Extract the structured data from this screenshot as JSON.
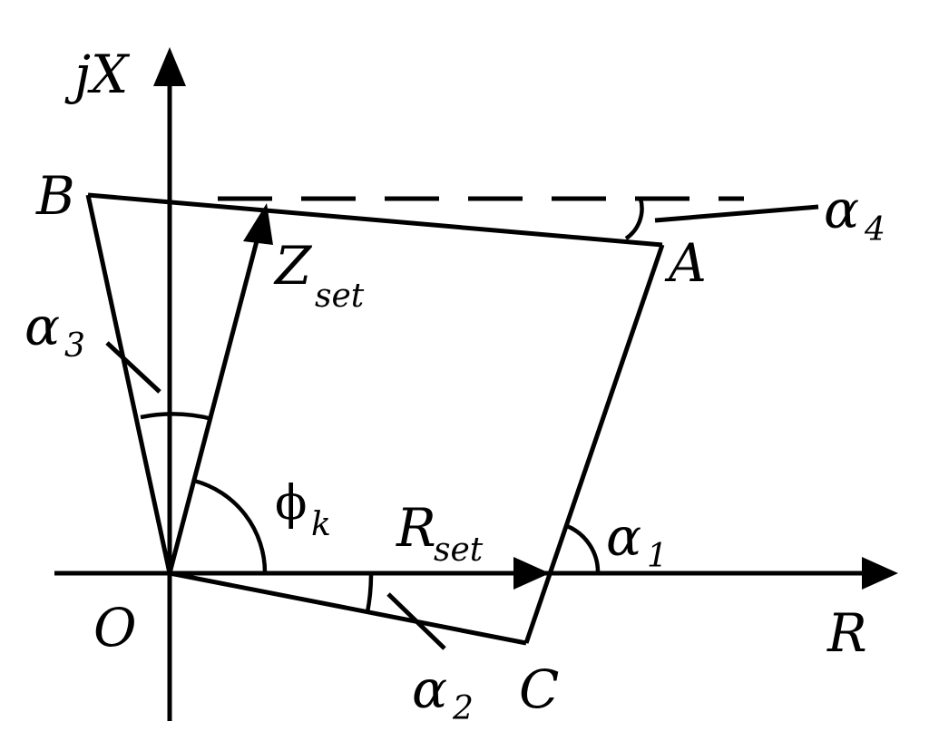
{
  "axes": {
    "vertical_main": "jX",
    "horizontal": "R",
    "origin": "O"
  },
  "vertices": {
    "a": "A",
    "b": "B",
    "c": "C"
  },
  "vectors": {
    "z_main": "Z",
    "z_sub": "set",
    "r_main": "R",
    "r_sub": "set"
  },
  "angles": {
    "phi_main": "ϕ",
    "phi_sub": "k",
    "alpha1_main": "α",
    "alpha1_sub": "1",
    "alpha2_main": "α",
    "alpha2_sub": "2",
    "alpha3_main": "α",
    "alpha3_sub": "3",
    "alpha4_main": "α",
    "alpha4_sub": "4"
  },
  "colors": {
    "ink": "#000000",
    "background": "#ffffff"
  }
}
